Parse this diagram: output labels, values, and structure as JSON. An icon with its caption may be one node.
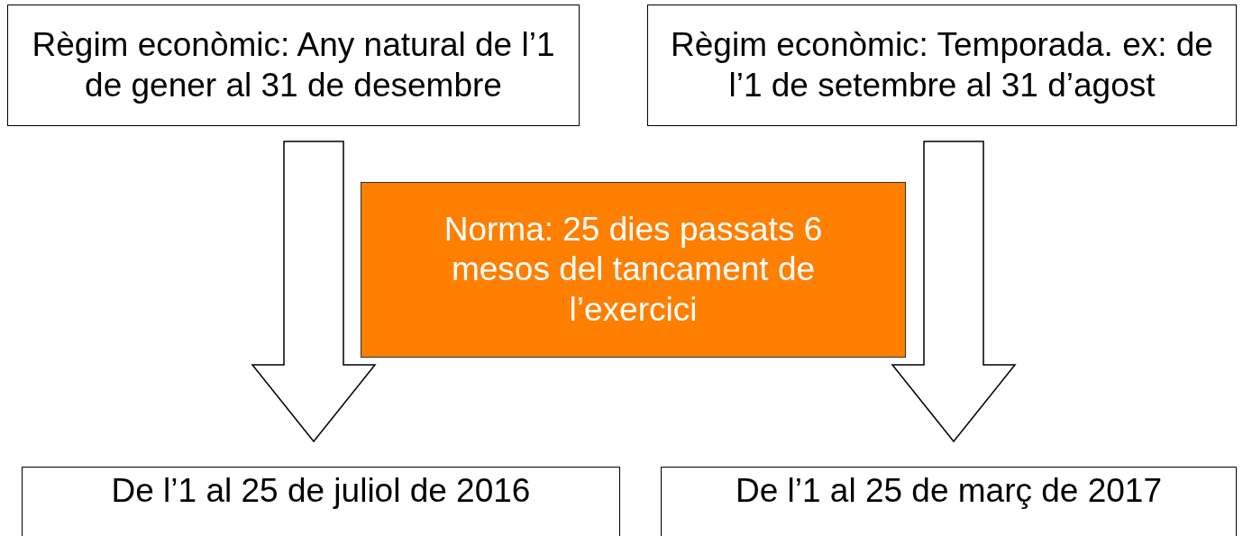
{
  "diagram": {
    "nodes": [
      {
        "text": [
          "Règim econòmic: Any natural de l’1 de gener al 31 de desembre"
        ]
      },
      {
        "text": [
          "Règim econòmic: Temporada. ex: de l’1 de setembre al 31 d’agost"
        ]
      },
      {
        "text": [
          "Norma: 25 dies passats 6 mesos del tancament de l’exercici"
        ]
      },
      {
        "text": [
          "De l’1 al 25 de juliol de 2016"
        ]
      },
      {
        "text": [
          "De l’1 al 25 de març de 2017"
        ]
      }
    ],
    "edges": [
      {
        "from": 0,
        "to": 3,
        "arrow": "to"
      },
      {
        "from": 1,
        "to": 4,
        "arrow": "to"
      }
    ]
  }
}
